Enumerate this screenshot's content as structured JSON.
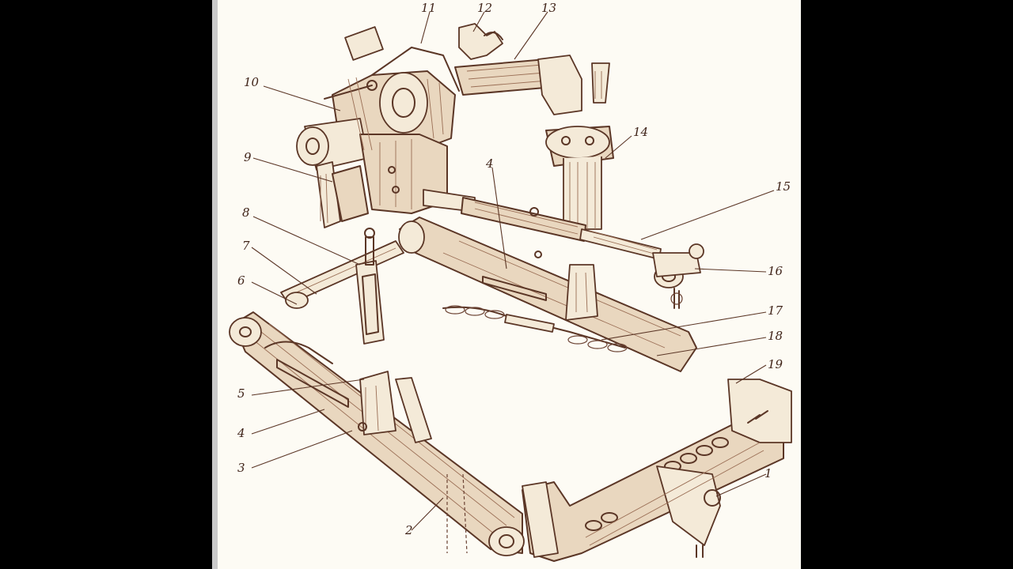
{
  "figure": {
    "callouts": [
      {
        "id": "1",
        "text": "1"
      },
      {
        "id": "2",
        "text": "2"
      },
      {
        "id": "3",
        "text": "3"
      },
      {
        "id": "4a",
        "text": "4"
      },
      {
        "id": "4b",
        "text": "4"
      },
      {
        "id": "5",
        "text": "5"
      },
      {
        "id": "6",
        "text": "6"
      },
      {
        "id": "7",
        "text": "7"
      },
      {
        "id": "8",
        "text": "8"
      },
      {
        "id": "9",
        "text": "9"
      },
      {
        "id": "10",
        "text": "10"
      },
      {
        "id": "11",
        "text": "11"
      },
      {
        "id": "12",
        "text": "12"
      },
      {
        "id": "13",
        "text": "13"
      },
      {
        "id": "14",
        "text": "14"
      },
      {
        "id": "15",
        "text": "15"
      },
      {
        "id": "16",
        "text": "16"
      },
      {
        "id": "17",
        "text": "17"
      },
      {
        "id": "18",
        "text": "18"
      },
      {
        "id": "19",
        "text": "19"
      }
    ]
  },
  "colors": {
    "background": "#000000",
    "paper": "#fdfbf4",
    "ink": "#5b3626",
    "shade": "#e9d7bf"
  }
}
